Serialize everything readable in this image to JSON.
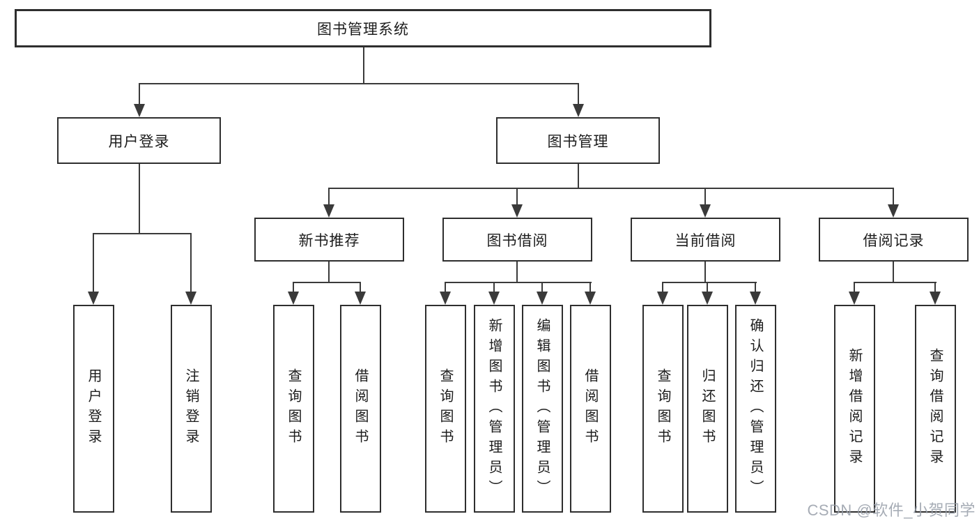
{
  "tree": {
    "root": {
      "label": "图书管理系统",
      "children": [
        {
          "label": "用户登录",
          "children": [
            {
              "label": "用户登录"
            },
            {
              "label": "注销登录"
            }
          ]
        },
        {
          "label": "图书管理",
          "children": [
            {
              "label": "新书推荐",
              "children": [
                {
                  "label": "查询图书"
                },
                {
                  "label": "借阅图书"
                }
              ]
            },
            {
              "label": "图书借阅",
              "children": [
                {
                  "label": "查询图书"
                },
                {
                  "label": "新增图书（管理员）"
                },
                {
                  "label": "编辑图书（管理员）"
                },
                {
                  "label": "借阅图书"
                }
              ]
            },
            {
              "label": "当前借阅",
              "children": [
                {
                  "label": "查询图书"
                },
                {
                  "label": "归还图书"
                },
                {
                  "label": "确认归还（管理员）"
                }
              ]
            },
            {
              "label": "借阅记录",
              "children": [
                {
                  "label": "新增借阅记录"
                },
                {
                  "label": "查询借阅记录"
                }
              ]
            }
          ]
        }
      ]
    }
  },
  "watermark": {
    "text": "CSDN @软件_小贺同学"
  },
  "colors": {
    "line": "#3a3a3a",
    "box_border": "#2e2e2e",
    "text": "#1c1c1c",
    "watermark": "#969da8",
    "background": "#ffffff"
  }
}
